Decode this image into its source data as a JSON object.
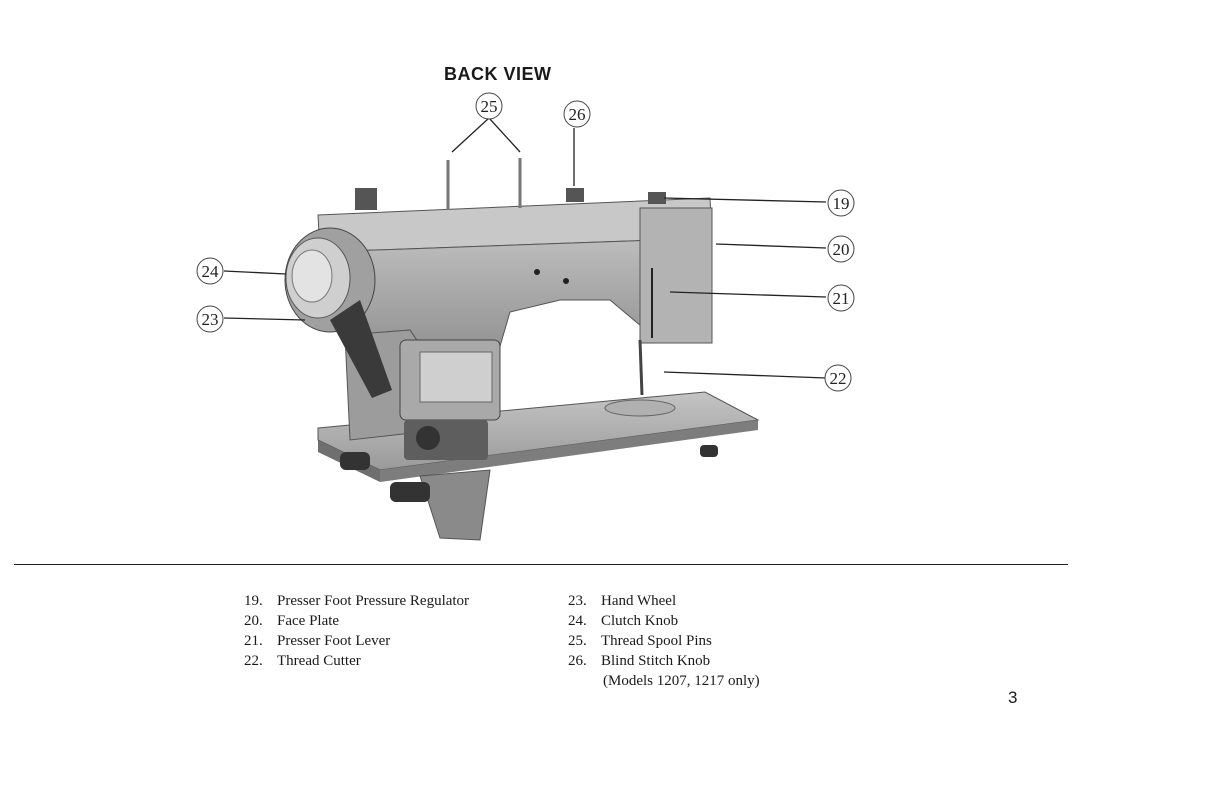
{
  "view_title": "BACK VIEW",
  "callouts": [
    "19",
    "20",
    "21",
    "22",
    "23",
    "24",
    "25",
    "26"
  ],
  "legend": {
    "left": [
      {
        "num": "19.",
        "label": "Presser Foot Pressure Regulator"
      },
      {
        "num": "20.",
        "label": "Face Plate"
      },
      {
        "num": "21.",
        "label": "Presser Foot Lever"
      },
      {
        "num": "22.",
        "label": "Thread Cutter"
      }
    ],
    "right": [
      {
        "num": "23.",
        "label": "Hand Wheel"
      },
      {
        "num": "24.",
        "label": "Clutch Knob"
      },
      {
        "num": "25.",
        "label": "Thread Spool Pins"
      },
      {
        "num": "26.",
        "label": "Blind Stitch Knob"
      }
    ],
    "note": "(Models 1207, 1217 only)"
  },
  "page_number": "3"
}
